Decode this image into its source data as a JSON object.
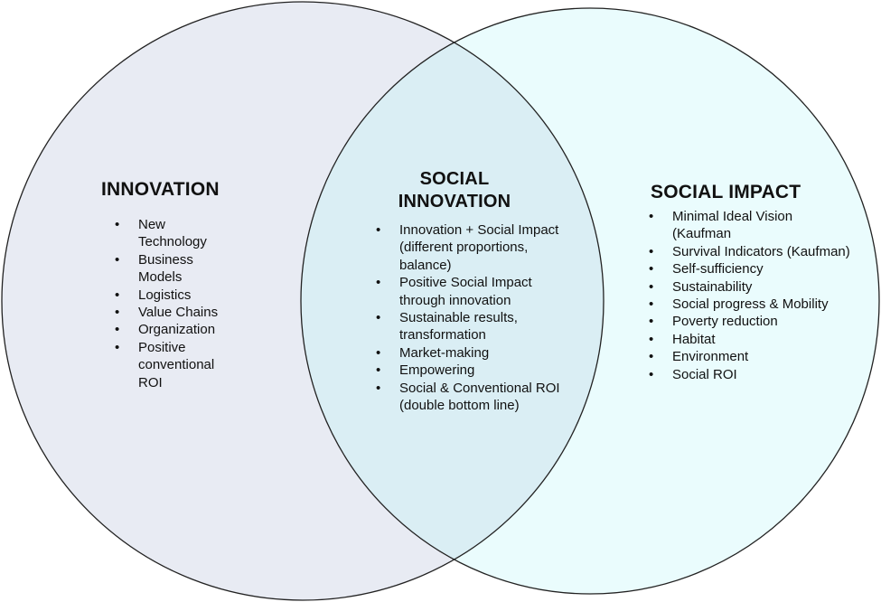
{
  "colors": {
    "left_circle_fill": "#e8ebf3",
    "right_circle_fill": "#eafcfd",
    "overlap_fill": "#daeef4",
    "stroke": "#222222"
  },
  "innovation": {
    "title": "INNOVATION",
    "items": [
      "New Technology",
      "Business Models",
      "Logistics",
      "Value Chains",
      "Organization",
      "Positive conventional ROI"
    ]
  },
  "social_innovation": {
    "title": "SOCIAL INNOVATION",
    "items": [
      "Innovation + Social Impact (different proportions, balance)",
      "Positive Social Impact through innovation",
      "Sustainable results, transformation",
      "Market-making",
      "Empowering",
      "Social & Conventional ROI (double bottom line)"
    ]
  },
  "social_impact": {
    "title": "SOCIAL IMPACT",
    "items": [
      "Minimal Ideal Vision (Kaufman",
      "Survival Indicators (Kaufman)",
      "Self-sufficiency",
      "Sustainability",
      "Social progress & Mobility",
      "Poverty reduction",
      "Habitat",
      "Environment",
      "Social ROI"
    ]
  }
}
